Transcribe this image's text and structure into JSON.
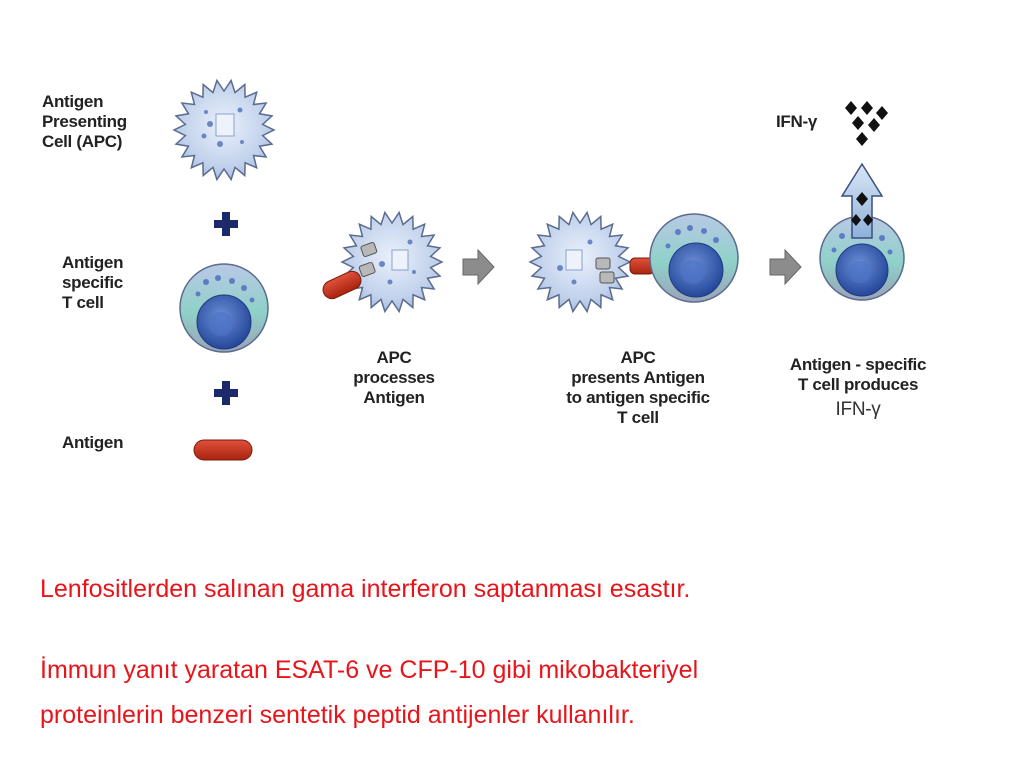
{
  "diagram": {
    "labels": {
      "apc": "Antigen\nPresenting\nCell (APC)",
      "tcell": "Antigen\nspecific\nT cell",
      "antigen": "Antigen",
      "step1": "APC\nprocesses\nAntigen",
      "step2": "APC\npresents Antigen\nto antigen specific\nT cell",
      "step3": "Antigen - specific\nT cell produces",
      "step3_ifn": "IFN-γ",
      "ifn_top": "IFN-γ"
    },
    "colors": {
      "antigen": "#c9341e",
      "plus": "#1c2a6b",
      "arrow": "#8c8c8c",
      "apc": "#c5d4ec",
      "tcell_nucleus": "#3a64b8"
    }
  },
  "text": {
    "line1": "Lenfositlerden salınan gama interferon saptanması esastır.",
    "line2": "İmmun yanıt yaratan ESAT-6 ve CFP-10 gibi mikobakteriyel",
    "line3": "proteinlerin benzeri sentetik peptid antijenler kullanılır."
  }
}
